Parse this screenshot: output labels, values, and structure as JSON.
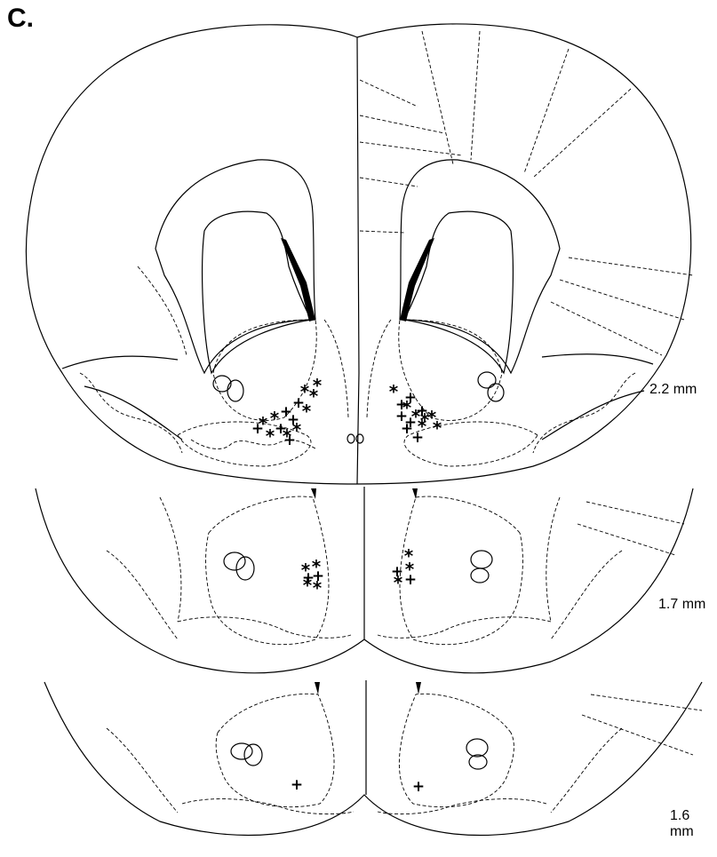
{
  "figure": {
    "panel_label": "C.",
    "sections": [
      {
        "id": "s1",
        "level_label": "2.2 mm"
      },
      {
        "id": "s2",
        "level_label": "1.7 mm"
      },
      {
        "id": "s3",
        "level_label": "1.6 mm"
      }
    ],
    "marker_symbols": {
      "plus": "+",
      "star": "*"
    },
    "colors": {
      "line": "#000000",
      "background": "#ffffff"
    }
  }
}
